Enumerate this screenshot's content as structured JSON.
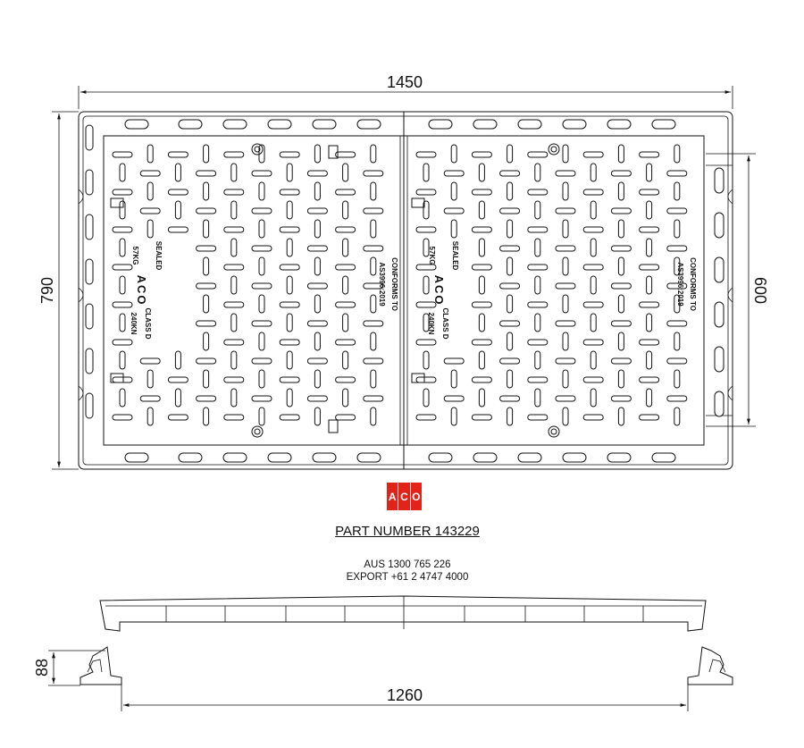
{
  "dimensions": {
    "overall_width": "1450",
    "overall_height": "790",
    "clear_opening": "600",
    "section_width": "1260",
    "section_depth": "88"
  },
  "cover_text": {
    "sealed": "SEALED",
    "weight": "57KG",
    "brand": "ACO",
    "class": "CLASS D",
    "load": "240KN",
    "conforms": "CONFORMS TO",
    "standard": "AS3996:2019"
  },
  "logo": {
    "letters": [
      "A",
      "C",
      "O"
    ],
    "color": "#e2231a"
  },
  "part_number": "PART NUMBER 143229",
  "contact": {
    "aus": "AUS 1300 765 226",
    "export": "EXPORT +61 2 4747 4000"
  }
}
